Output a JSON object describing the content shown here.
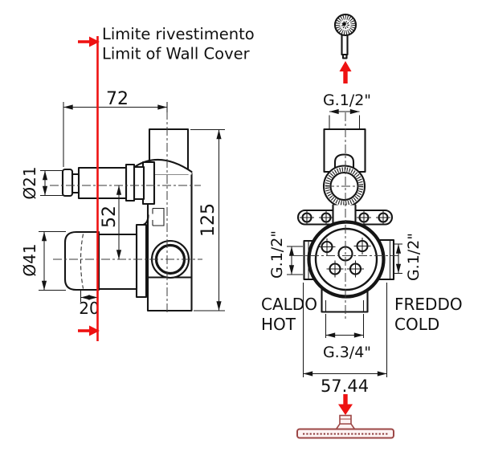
{
  "title": "Concealed shower mixer valve installation drawing",
  "colors": {
    "line": "#151515",
    "accent_red": "#ee1212",
    "shower_head_red": "#9c4746",
    "background": "#ffffff"
  },
  "wall_limit": {
    "label_it": "Limite rivestimento",
    "label_en": "Limit of Wall Cover"
  },
  "side_view": {
    "dim_width": "72",
    "dim_spout_diameter": "Ø21",
    "dim_center_distance": "52",
    "dim_cap_diameter": "Ø41",
    "dim_height": "125",
    "dim_wall_depth": "20"
  },
  "front_view": {
    "dim_top_thread": "G.1/2\"",
    "dim_left_thread": "G.1/2\"",
    "dim_right_thread": "G.1/2\"",
    "dim_bottom_thread": "G.3/4\"",
    "dim_overall_width": "57.44",
    "label_hot_it": "CALDO",
    "label_hot_en": "HOT",
    "label_cold_it": "FREDDO",
    "label_cold_en": "COLD"
  }
}
